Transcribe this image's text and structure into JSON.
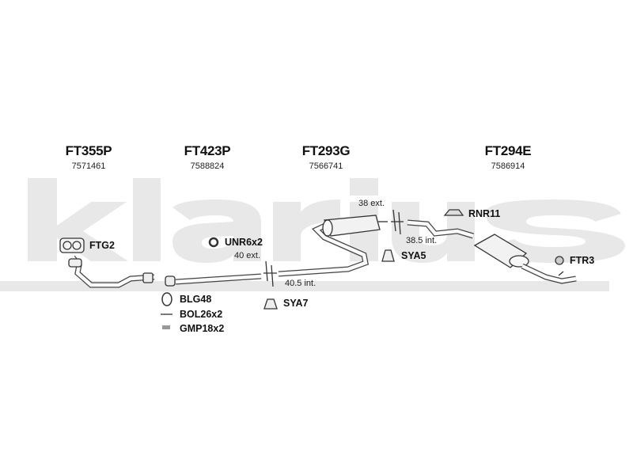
{
  "watermark": "klarius",
  "sections": [
    {
      "code": "FT355P",
      "number": "7571461"
    },
    {
      "code": "FT423P",
      "number": "7588824"
    },
    {
      "code": "FT293G",
      "number": "7566741"
    },
    {
      "code": "FT294E",
      "number": "7586914"
    }
  ],
  "parts": {
    "ftg2": "FTG2",
    "unr": "UNR6x2",
    "blg": "BLG48",
    "bol": "BOL26x2",
    "gmp": "GMP18x2",
    "sya7": "SYA7",
    "sya5": "SYA5",
    "rnr": "RNR11",
    "ftr3": "FTR3"
  },
  "dimensions": {
    "d40ext": "40 ext.",
    "d405int": "40.5 int.",
    "d38ext": "38 ext.",
    "d385int": "38.5 int."
  }
}
